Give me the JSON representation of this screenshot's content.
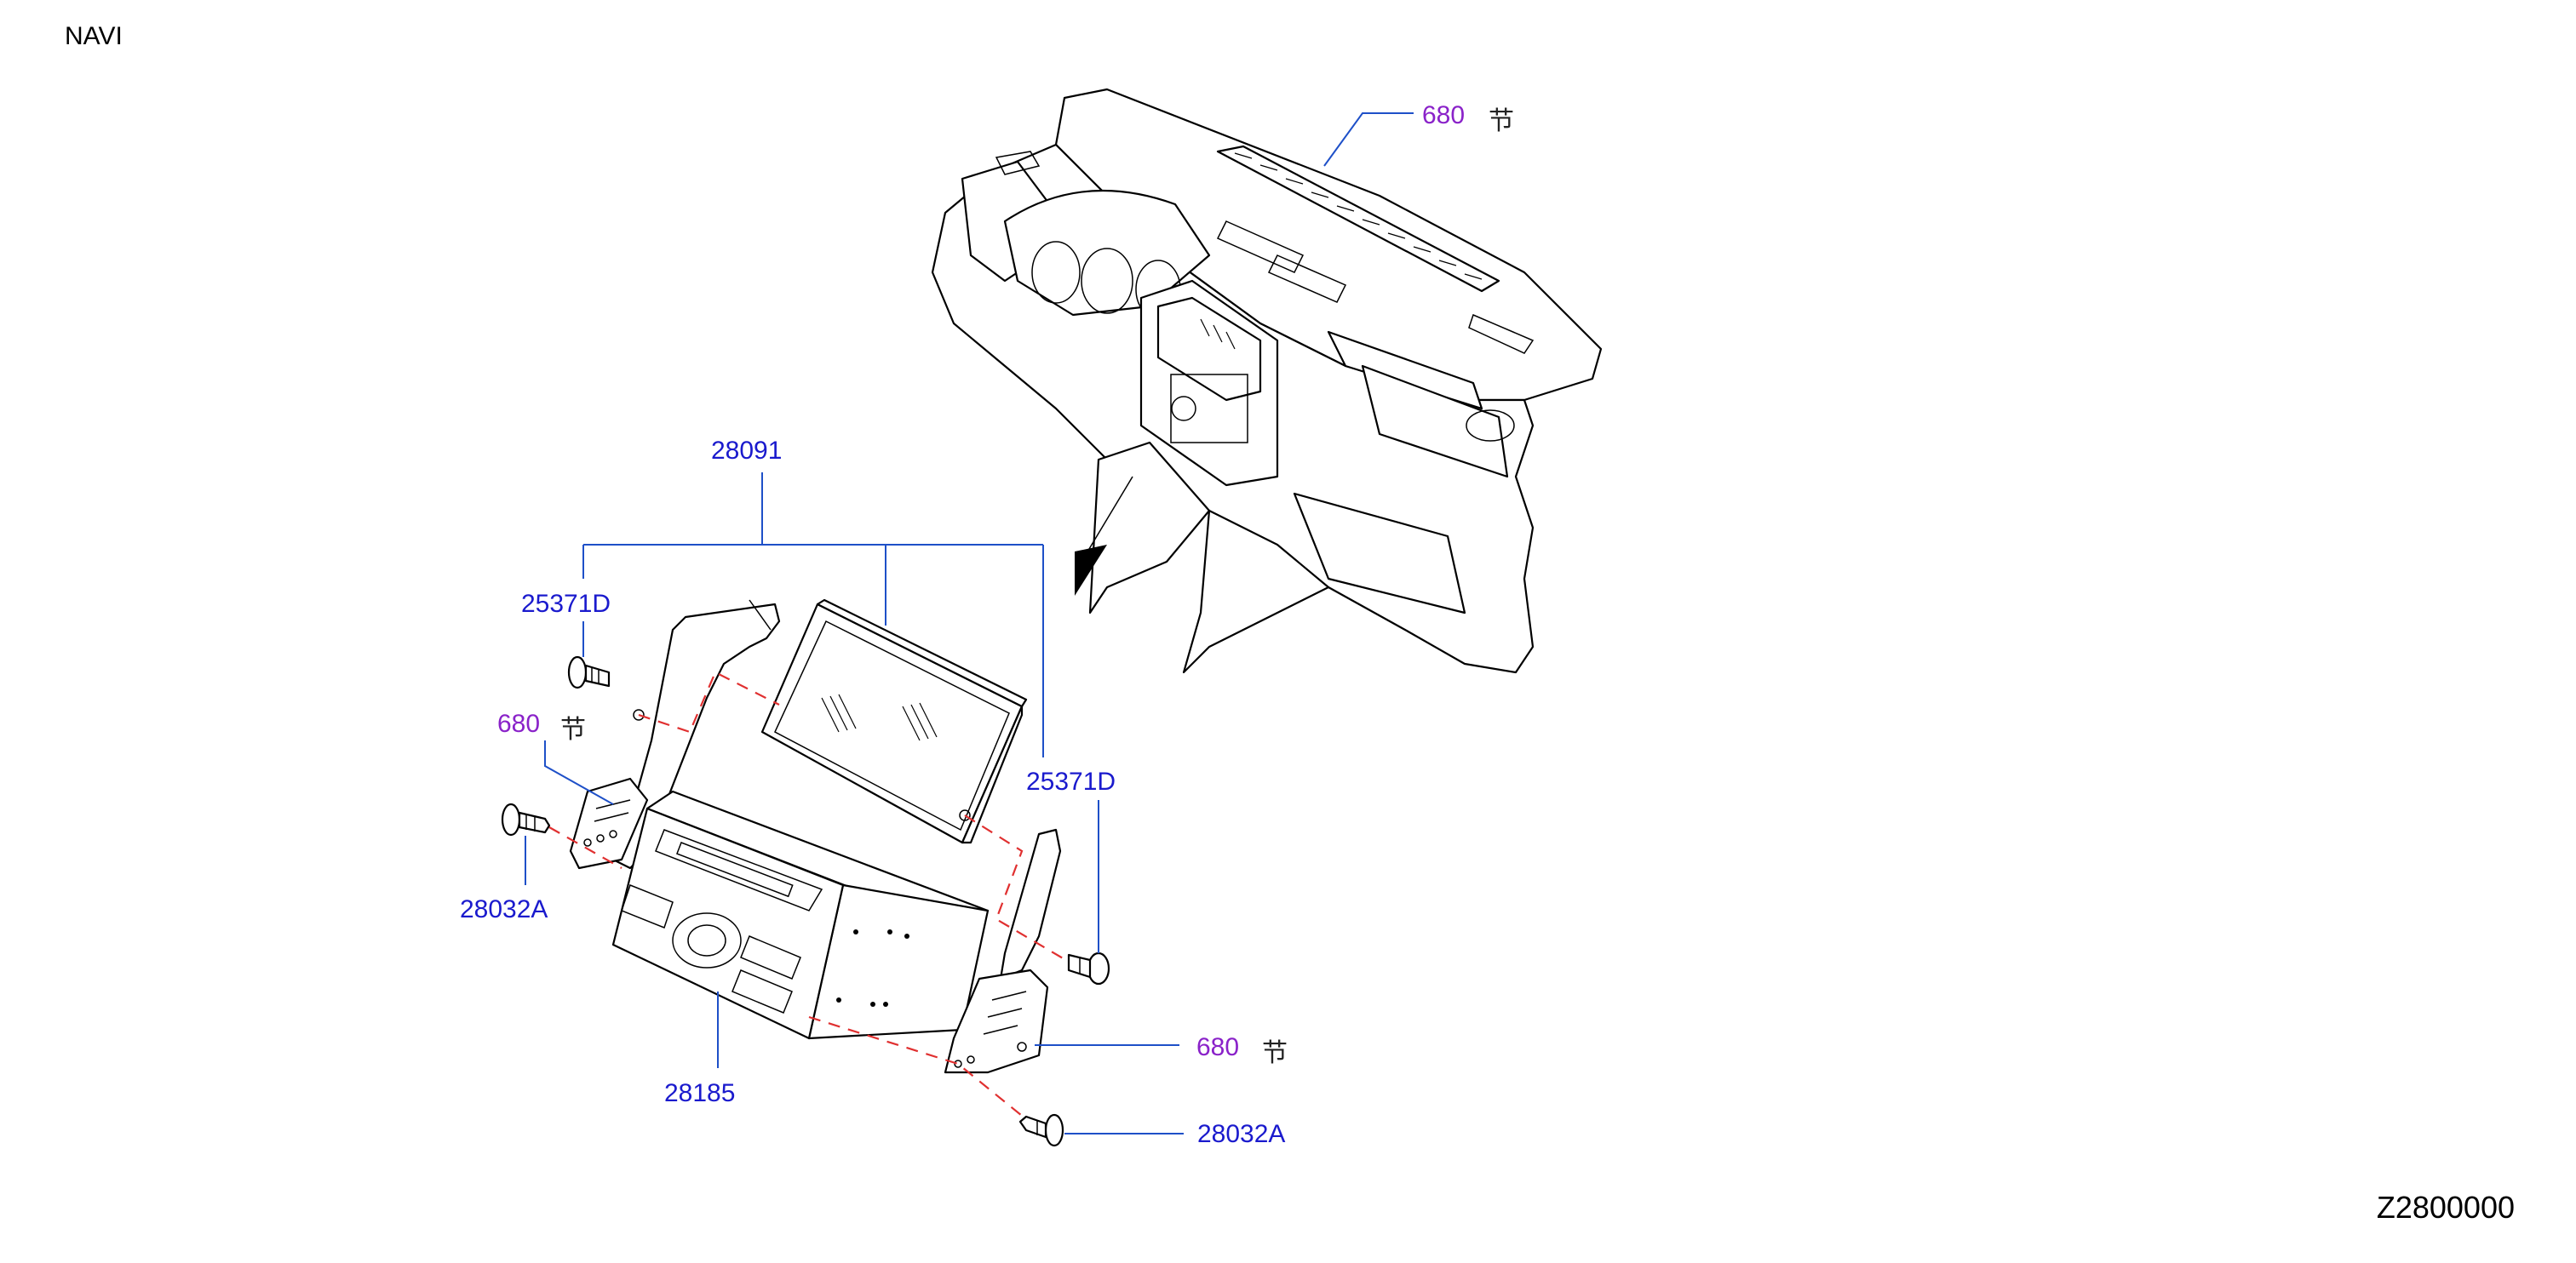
{
  "page": {
    "title": "NAVI",
    "figure_code": "Z2800000"
  },
  "callouts": {
    "main_assembly": "28091",
    "bracket_screw_left": "25371D",
    "bracket_screw_right": "25371D",
    "bracket_left": "680",
    "bracket_left_symbol": "节",
    "bracket_right": "680",
    "bracket_right_symbol": "节",
    "dash_panel": "680",
    "dash_panel_symbol": "节",
    "screw_left": "28032A",
    "screw_right": "28032A",
    "audio_unit": "28185"
  },
  "colors": {
    "part_number_blue": "#1a1acd",
    "reference_purple": "#8a22c9",
    "leader_line": "#1e50c8",
    "alignment_dash": "#e03030"
  }
}
